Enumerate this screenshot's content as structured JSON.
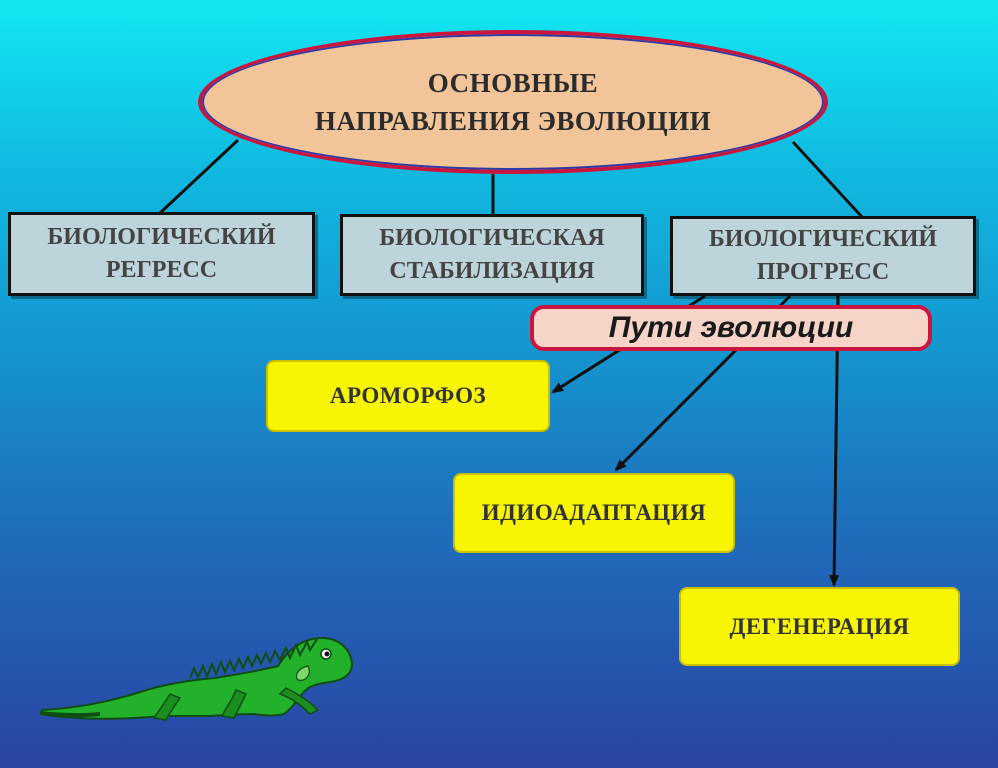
{
  "title": {
    "line1": "ОСНОВНЫЕ",
    "line2": "НАПРАВЛЕНИЯ ЭВОЛЮЦИИ"
  },
  "directions": [
    {
      "label": "БИОЛОГИЧЕСКИЙ\nРЕГРЕСС"
    },
    {
      "label": "БИОЛОГИЧЕСКАЯ\nСТАБИЛИЗАЦИЯ"
    },
    {
      "label": "БИОЛОГИЧЕСКИЙ\nПРОГРЕСС"
    }
  ],
  "ways_banner": "Пути эволюции",
  "ways": [
    {
      "label": "АРОМОРФОЗ"
    },
    {
      "label": "ИДИОАДАПТАЦИЯ"
    },
    {
      "label": "ДЕГЕНЕРАЦИЯ"
    }
  ],
  "illustration": {
    "icon": "lizard-icon",
    "color": "#23b02a"
  },
  "colors": {
    "ellipse_fill": "#f2c49a",
    "ellipse_border": "#c8163f",
    "direction_fill": "#bdd4da",
    "way_fill": "#f7f500",
    "banner_border": "#c8163f"
  }
}
